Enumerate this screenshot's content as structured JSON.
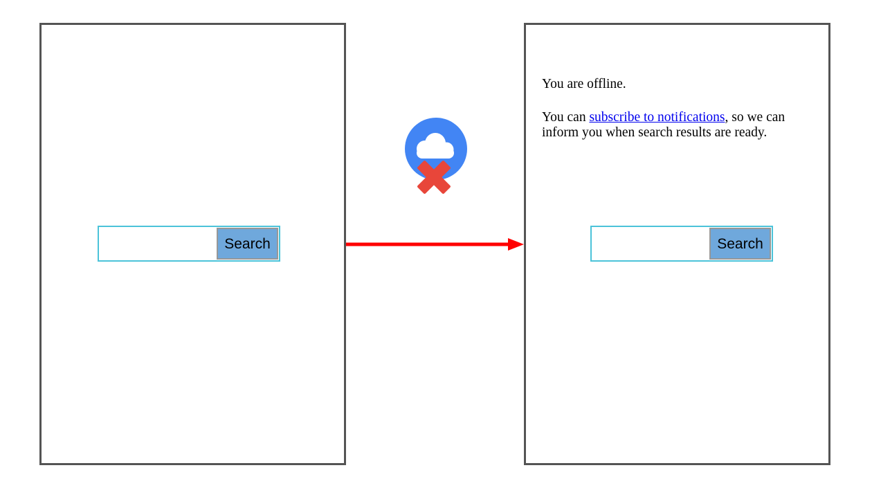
{
  "diagram": {
    "left_page": {
      "search_form": {
        "input_value": "",
        "button_label": "Search"
      }
    },
    "offline_icon": {
      "name": "cloud-offline",
      "circle_color": "#4285f4",
      "cloud_color": "#ffffff",
      "x_color": "#e8463a"
    },
    "connector": {
      "type": "arrow-right",
      "color": "#ff0000"
    },
    "right_page": {
      "offline_status": "You are offline.",
      "subscribe_sentence": {
        "before_link": "You can ",
        "link_text": "subscribe to notifications",
        "after_link": ", so we can inform you when search results are ready."
      },
      "search_form": {
        "input_value": "",
        "button_label": "Search"
      }
    },
    "colors": {
      "page_border": "#545454",
      "search_border": "#4bc3d9",
      "button_background": "#6fa8dc",
      "button_border": "#979797",
      "link_color": "#0000ee",
      "arrow_color": "#ff0000",
      "icon_circle": "#4285f4",
      "icon_x": "#e8463a"
    }
  }
}
